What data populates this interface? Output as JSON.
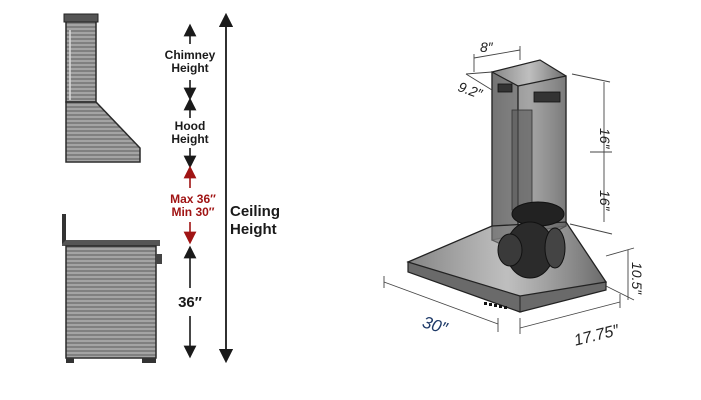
{
  "side_view": {
    "chimney_label": [
      "Chimney",
      "Height"
    ],
    "hood_label": [
      "Hood",
      "Height"
    ],
    "clearance_label": [
      "Max 36″",
      "Min 30″"
    ],
    "counter_label": "36″",
    "ceiling_label": [
      "Ceiling",
      "Height"
    ]
  },
  "iso_view": {
    "dim_width_top": "8″",
    "dim_depth_top": "9.2″",
    "dim_chimney_upper": "16″",
    "dim_chimney_lower": "16″",
    "dim_hood_height": "10.5″",
    "dim_width": "30″",
    "dim_depth": "17.75″"
  },
  "colors": {
    "accent_red": "#a01414",
    "dimension_blue": "#1e3a68",
    "steel_dark": "#2f2f2f",
    "steel_light": "#9a9a9a"
  }
}
